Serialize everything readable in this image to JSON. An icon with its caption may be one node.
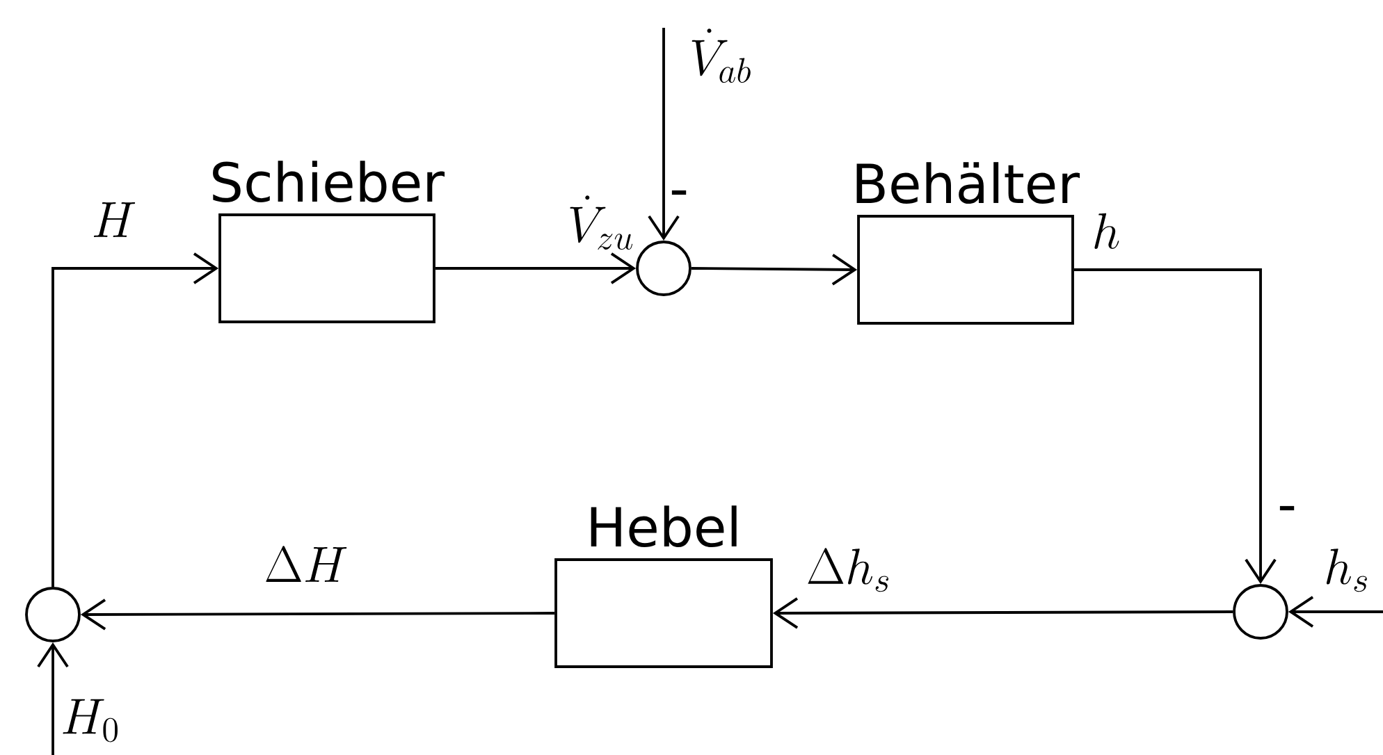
{
  "diagram": {
    "nodes": [
      {
        "text": [
          "Schieber"
        ]
      },
      {
        "text": [],
        "shape": "circle"
      },
      {
        "text": [
          "Behälter"
        ]
      },
      {
        "text": [
          "Hebel"
        ]
      },
      {
        "text": [],
        "shape": "circle"
      },
      {
        "text": [],
        "shape": "circle"
      }
    ],
    "edges": [
      {
        "from": 5,
        "to": 0,
        "arrow": "to",
        "label": "H"
      },
      {
        "from": 0,
        "to": 1,
        "arrow": "to",
        "label": "\\dot{V}_{zu}"
      },
      {
        "from": null,
        "to": 1,
        "arrow": "to",
        "label": "\\dot{V}_{ab}"
      },
      {
        "from": 1,
        "to": 2,
        "arrow": "to"
      },
      {
        "from": 2,
        "to": 4,
        "arrow": "to",
        "label": "h"
      },
      {
        "from": null,
        "to": 4,
        "arrow": "to",
        "label": "h_s"
      },
      {
        "from": 4,
        "to": 3,
        "arrow": "to",
        "label": "\\Delta h_s"
      },
      {
        "from": 3,
        "to": 5,
        "arrow": "to",
        "label": "\\Delta H"
      },
      {
        "from": null,
        "to": 5,
        "arrow": "to",
        "label": "H_0"
      }
    ],
    "labels": [
      "-",
      "-"
    ]
  }
}
